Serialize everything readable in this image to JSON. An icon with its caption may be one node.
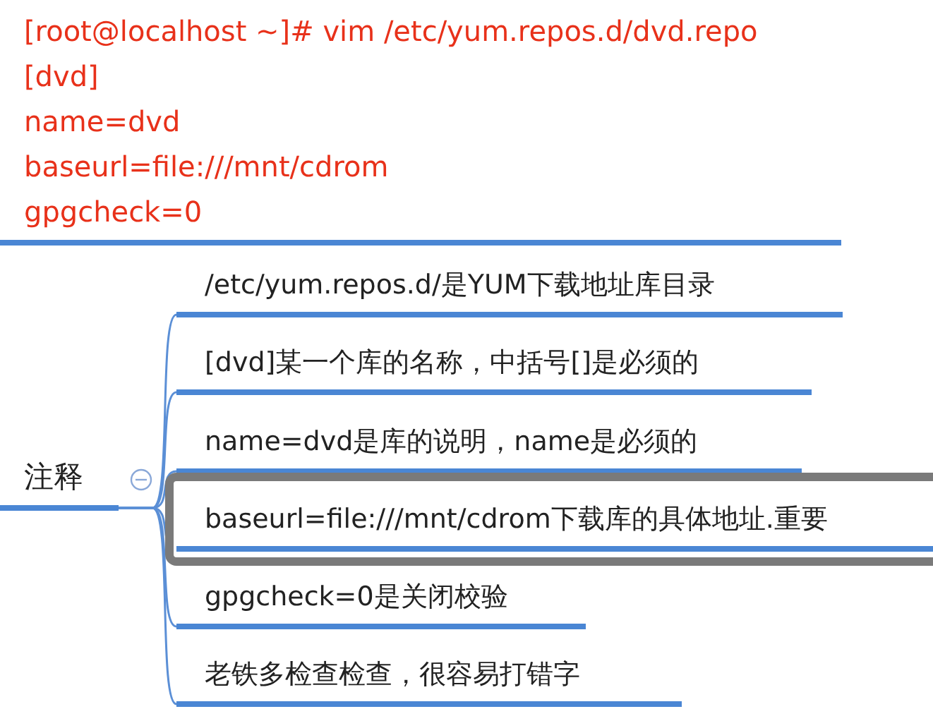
{
  "diagram": {
    "nodes": [
      {
        "text": [
          "[root@localhost ~]# vim /etc/yum.repos.d/dvd.repo",
          "[dvd]",
          "name=dvd",
          "baseurl=file:///mnt/cdrom",
          "gpgcheck=0"
        ]
      },
      {
        "text": [
          "注释"
        ]
      },
      {
        "text": [
          "/etc/yum.repos.d/是YUM下载地址库目录"
        ]
      },
      {
        "text": [
          "[dvd]某一个库的名称，中括号[]是必须的"
        ]
      },
      {
        "text": [
          "name=dvd是库的说明，name是必须的"
        ]
      },
      {
        "text": [
          "baseurl=file:///mnt/cdrom下载库的具体地址.重要"
        ]
      },
      {
        "text": [
          "gpgcheck=0是关闭校验"
        ]
      },
      {
        "text": [
          "老铁多检查检查，很容易打错字"
        ]
      }
    ],
    "edges": [
      {
        "from": 1,
        "to": 2,
        "arrow": "none"
      },
      {
        "from": 1,
        "to": 3,
        "arrow": "none"
      },
      {
        "from": 1,
        "to": 4,
        "arrow": "none"
      },
      {
        "from": 1,
        "to": 5,
        "arrow": "none"
      },
      {
        "from": 1,
        "to": 6,
        "arrow": "none"
      },
      {
        "from": 1,
        "to": 7,
        "arrow": "none"
      }
    ]
  }
}
